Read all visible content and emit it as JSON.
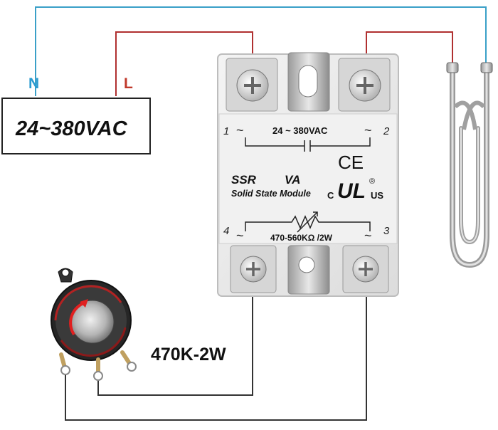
{
  "source": {
    "voltage_label": "24~380VAC",
    "neutral_label": "N",
    "line_label": "L"
  },
  "ssr": {
    "terminal_1": "1",
    "terminal_2": "2",
    "terminal_3": "3",
    "terminal_4": "4",
    "tilde_1": "~",
    "tilde_2": "~",
    "tilde_3": "~",
    "tilde_4": "~",
    "ac_rating": "24 ~ 380VAC",
    "brand": "SSR",
    "va_label": "VA",
    "module_name": "Solid State Module",
    "ce_mark": "CE",
    "ul_c": "C",
    "ul_mark": "UL",
    "ul_us": "US",
    "ul_registered": "®",
    "resistance_rating": "470-560KΩ /2W"
  },
  "potentiometer": {
    "label": "470K-2W"
  },
  "colors": {
    "neutral_wire": "#3aa0c8",
    "line_wire": "#b03030",
    "signal_wire": "#333333",
    "neutral_text": "#2b9bd0",
    "line_text": "#c0392b"
  }
}
